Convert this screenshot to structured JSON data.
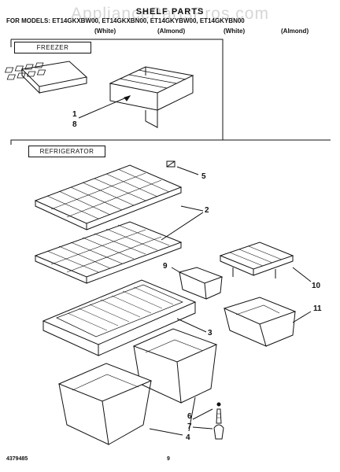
{
  "watermark": "AppliancePartsPros.com",
  "header": {
    "title": "SHELF PARTS",
    "models_line": "FOR MODELS: ET14GKXBW00, ET14GKXBN00, ET14GKYBW00, ET14GKYBN00",
    "variants": [
      "(White)",
      "(Almond)",
      "(White)",
      "(Almond)"
    ]
  },
  "sections": {
    "freezer": "FREEZER",
    "refrigerator": "REFRIGERATOR"
  },
  "callouts": [
    "1",
    "8",
    "5",
    "2",
    "9",
    "10",
    "11",
    "3",
    "6",
    "7",
    "4"
  ],
  "footer": {
    "part_number": "4379485",
    "page": "9"
  }
}
